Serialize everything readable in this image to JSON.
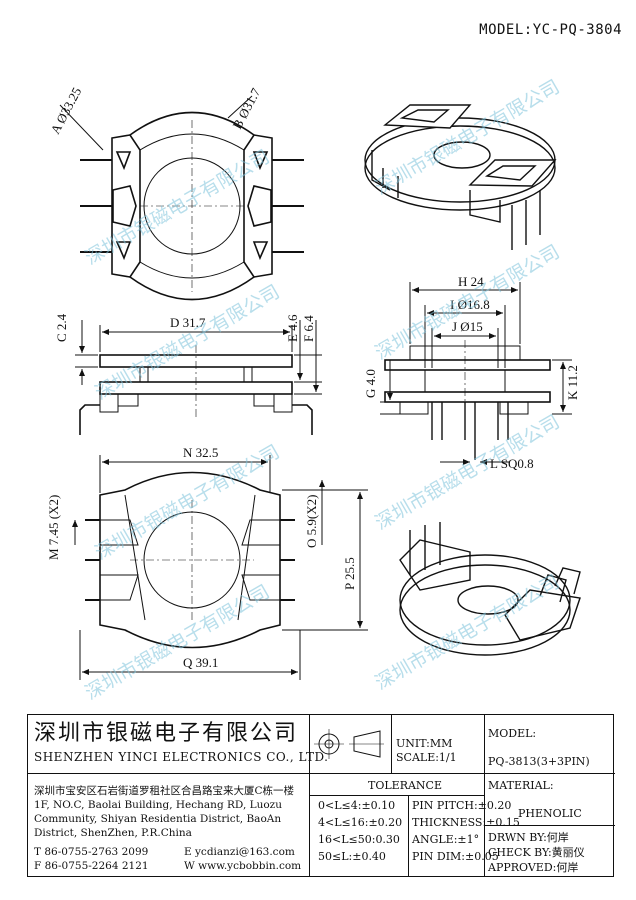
{
  "model": "MODEL:YC-PQ-3804",
  "watermark": "深圳市银磁电子有限公司",
  "dims": {
    "A": "A Ø33.25",
    "B": "B Ø31.7",
    "C": "C 2.4",
    "D": "D 31.7",
    "E": "E 4.6",
    "F": "F 6.4",
    "G": "G 4.0",
    "H": "H 24",
    "I": "I Ø16.8",
    "J": "J Ø15",
    "K": "K 11.2",
    "L": "L SQ0.8",
    "M": "M 7.45 (X2)",
    "N": "N 32.5",
    "O": "O 5.9(X2)",
    "P": "P 25.5",
    "Q": "Q 39.1"
  },
  "titleblock": {
    "company_cn": "深圳市银磁电子有限公司",
    "company_en": "SHENZHEN YINCI ELECTRONICS CO., LTD.",
    "address_lines": [
      "深圳市宝安区石岩街道罗租社区合昌路宝来大厦C栋一楼",
      "1F, NO.C, Baolai Building, Hechang RD, Luozu",
      "Community, Shiyan Residentia District, BaoAn",
      "District, ShenZhen, P.R.China"
    ],
    "tel": "T 86-0755-2763 2099",
    "fax": "F 86-0755-2264 2121",
    "email": "E ycdianzi@163.com",
    "web": "W www.ycbobbin.com",
    "unit": "UNIT:MM",
    "scale": "SCALE:1/1",
    "model_label": "MODEL:",
    "model_value": "PQ-3813(3+3PIN)",
    "tolerance_title": "TOLERANCE",
    "tolerances": [
      "0<L≤4:±0.10",
      "4<L≤16:±0.20",
      "16<L≤50:0.30",
      "50≤L:±0.40"
    ],
    "pin_specs": [
      "PIN PITCH:±0.20",
      "THICKNESS:±0.15",
      "ANGLE:±1°",
      "PIN DIM:±0.05"
    ],
    "material_label": "MATERIAL:",
    "material_value": "PHENOLIC",
    "drawn_by": "DRWN BY:何岸",
    "check_by": "CHECK BY:黄丽仪",
    "approved": "APPROVED:何岸"
  }
}
